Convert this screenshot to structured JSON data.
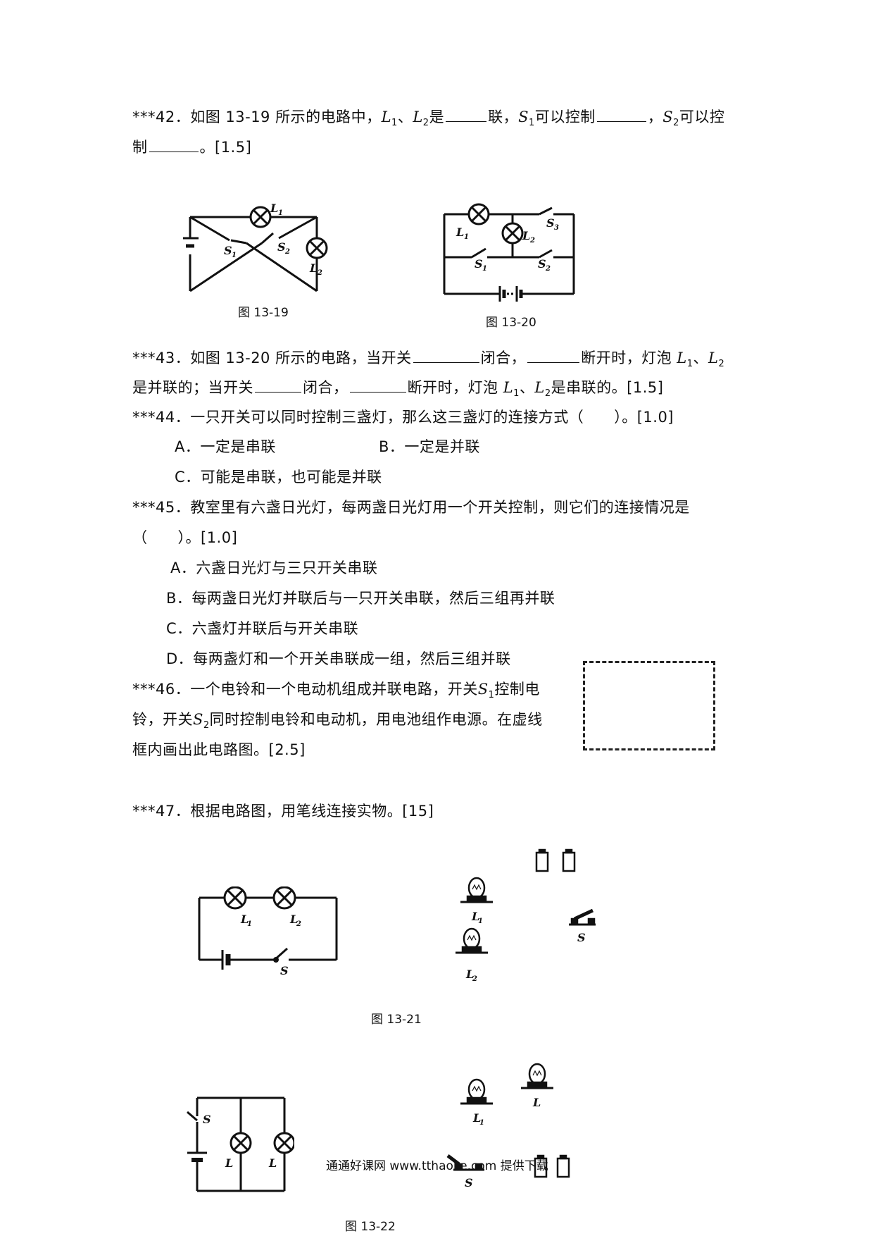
{
  "q42": {
    "prefix": "***42．如图 13-19 所示的电路中，",
    "L": "L",
    "sub1": "1",
    "sep": "、",
    "sub2": "2",
    "t1": "是",
    "t2": "联，",
    "S": "S",
    "t3": "可以控制",
    "t4": "，",
    "t5": "可以控",
    "line2a": "制",
    "line2b": "。[1.5]"
  },
  "fig19": {
    "caption": "图 13-19",
    "labels": {
      "l1": "L",
      "l1s": "1",
      "s1": "S",
      "s1s": "1",
      "s2": "S",
      "s2s": "2",
      "l2": "L",
      "l2s": "2"
    }
  },
  "fig20": {
    "caption": "图 13-20",
    "labels": {
      "l1": "L",
      "l1s": "1",
      "l2": "L",
      "l2s": "2",
      "s1": "S",
      "s1s": "1",
      "s2": "S",
      "s2s": "2",
      "s3": "S",
      "s3s": "3"
    }
  },
  "q43": {
    "prefix": "***43．如图 13-20 所示的电路，当开关",
    "t1": "闭合，",
    "t2": "断开时，灯泡",
    "L": "L",
    "sub1": "1",
    "sep": "、",
    "sub2": "2",
    "line2a": "是并联的；当开关",
    "line2b": "闭合，",
    "line2c": "断开时，灯泡",
    "line2d": "是串联的。[1.5]"
  },
  "q44": {
    "text": "***44．一只开关可以同时控制三盏灯，那么这三盏灯的连接方式（　　）。[1.0]",
    "optA": "A．一定是串联",
    "optB": "B．一定是并联",
    "optC": "C．可能是串联，也可能是并联"
  },
  "q45": {
    "line1": "***45．教室里有六盏日光灯，每两盏日光灯用一个开关控制，则它们的连接情况是",
    "line2": "（　　）。[1.0]",
    "optA": "A．六盏日光灯与三只开关串联",
    "optB": "B．每两盏日光灯并联后与一只开关串联，然后三组再并联",
    "optC": "C．六盏灯并联后与开关串联",
    "optD": "D．每两盏灯和一个开关串联成一组，然后三组并联"
  },
  "q46": {
    "line1a": "***46．一个电铃和一个电动机组成并联电路，开关",
    "S": "S",
    "sub1": "1",
    "line1b": "控制电",
    "line2a": "铃，开关",
    "sub2": "2",
    "line2b": "同时控制电铃和电动机，用电池组作电源。在虚线",
    "line3": "框内画出此电路图。[2.5]"
  },
  "q47": {
    "text": "***47．根据电路图，用笔线连接实物。[15]"
  },
  "fig21": {
    "caption": "图 13-21",
    "labels": {
      "l1": "L",
      "l1s": "1",
      "l2": "L",
      "l2s": "2",
      "s": "S"
    },
    "objects": {
      "l1": "L",
      "l1s": "1",
      "l2": "L",
      "l2s": "2",
      "s": "S"
    }
  },
  "fig22": {
    "caption": "图 13-22",
    "labels": {
      "s": "S",
      "la": "L",
      "lb": "L"
    },
    "objects": {
      "l1": "L",
      "l1s": "1",
      "l": "L",
      "s": "S"
    }
  },
  "watermark": "通通好课网  www.tthaoke.com  提供下载"
}
